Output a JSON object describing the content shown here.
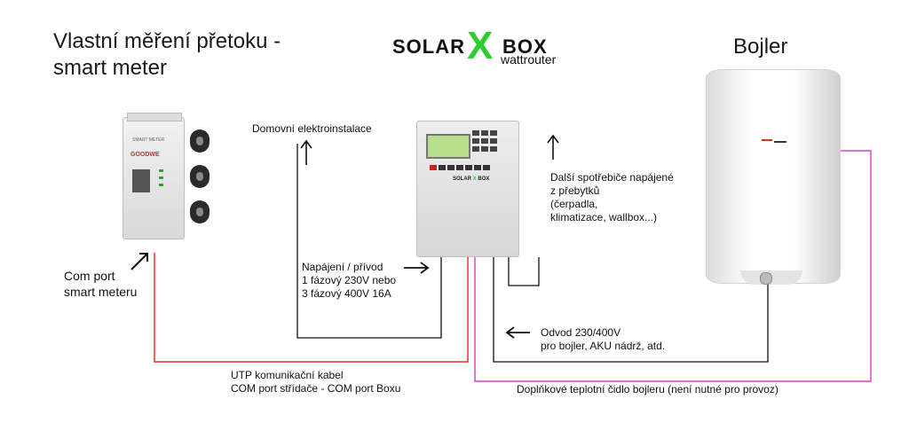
{
  "title_left": "Vlastní měření přetoku -\nsmart meter",
  "title_right": "Bojler",
  "logo": {
    "solar": "SOLAR",
    "x": "X",
    "box": "BOX",
    "sub": "wattrouter"
  },
  "meter": {
    "label": "SMART METER",
    "brand": "GOODWE"
  },
  "controller": {
    "brand_solar": "SOLAR",
    "brand_x": "X",
    "brand_box": "BOX"
  },
  "labels": {
    "domovni": "Domovní elektroinstalace",
    "dalsi": "Další spotřebiče napájené\nz přebytků\n(čerpadla,\nklimatizace, wallbox...)",
    "com_port": "Com port\nsmart meteru",
    "napajeni": "Napájení / přívod\n1 fázový 230V nebo\n3 fázový 400V 16A",
    "odvod": "Odvod 230/400V\npro bojler, AKU nádrž, atd.",
    "utp": "UTP komunikační kabel\nCOM port střídače - COM port Boxu",
    "doplnkove": "Doplňkové teplotní čidlo bojleru (není nutné pro provoz)"
  },
  "colors": {
    "utp_cable": "#e83030",
    "sensor_cable": "#e040c8",
    "wire": "#111111",
    "logo_x": "#2ecc2e"
  }
}
